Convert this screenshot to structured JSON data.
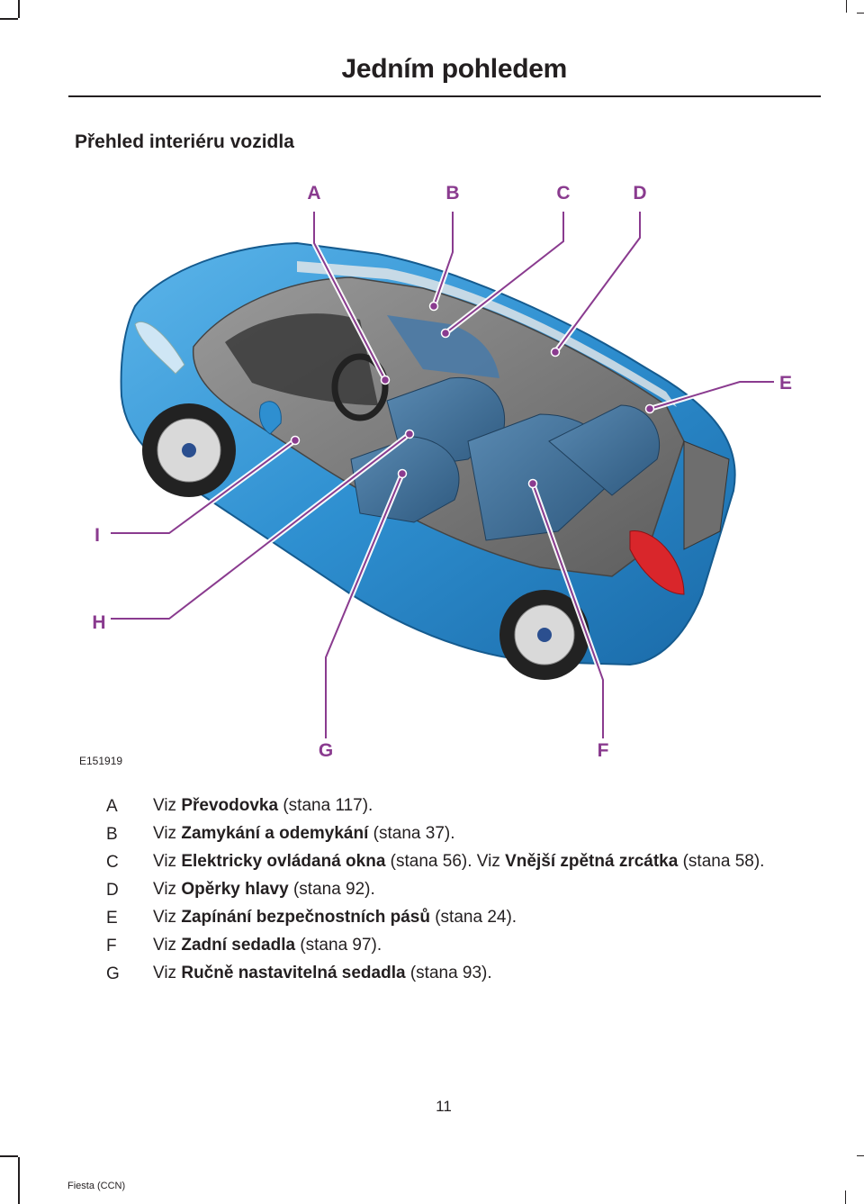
{
  "header": {
    "title": "Jedním pohledem"
  },
  "section": {
    "title": "Přehled interiéru vozidla"
  },
  "figure": {
    "id": "E151919",
    "callouts": [
      "A",
      "B",
      "C",
      "D",
      "E",
      "F",
      "G",
      "H",
      "I"
    ],
    "colors": {
      "callout": "#8a3b8f",
      "body": "#2e8fd0",
      "interior": "#3d6e95"
    }
  },
  "legend": [
    {
      "key": "A",
      "pre": "Viz ",
      "bold": "Převodovka",
      "post": " (stana 117).",
      "bold2": "",
      "post2": ""
    },
    {
      "key": "B",
      "pre": "Viz ",
      "bold": "Zamykání a odemykání",
      "post": " (stana 37).",
      "bold2": "",
      "post2": ""
    },
    {
      "key": "C",
      "pre": "Viz ",
      "bold": "Elektricky ovládaná okna",
      "post": " (stana 56).  Viz ",
      "bold2": "Vnější zpětná zrcátka",
      "post2": " (stana 58)."
    },
    {
      "key": "D",
      "pre": "Viz ",
      "bold": "Opěrky hlavy",
      "post": " (stana 92).",
      "bold2": "",
      "post2": ""
    },
    {
      "key": "E",
      "pre": "Viz ",
      "bold": "Zapínání bezpečnostních pásů",
      "post": " (stana 24).",
      "bold2": "",
      "post2": ""
    },
    {
      "key": "F",
      "pre": "Viz ",
      "bold": "Zadní sedadla",
      "post": " (stana 97).",
      "bold2": "",
      "post2": ""
    },
    {
      "key": "G",
      "pre": "Viz ",
      "bold": "Ručně nastavitelná sedadla",
      "post": " (stana 93).",
      "bold2": "",
      "post2": ""
    }
  ],
  "footer": {
    "page_number": "11",
    "model": "Fiesta (CCN)"
  }
}
